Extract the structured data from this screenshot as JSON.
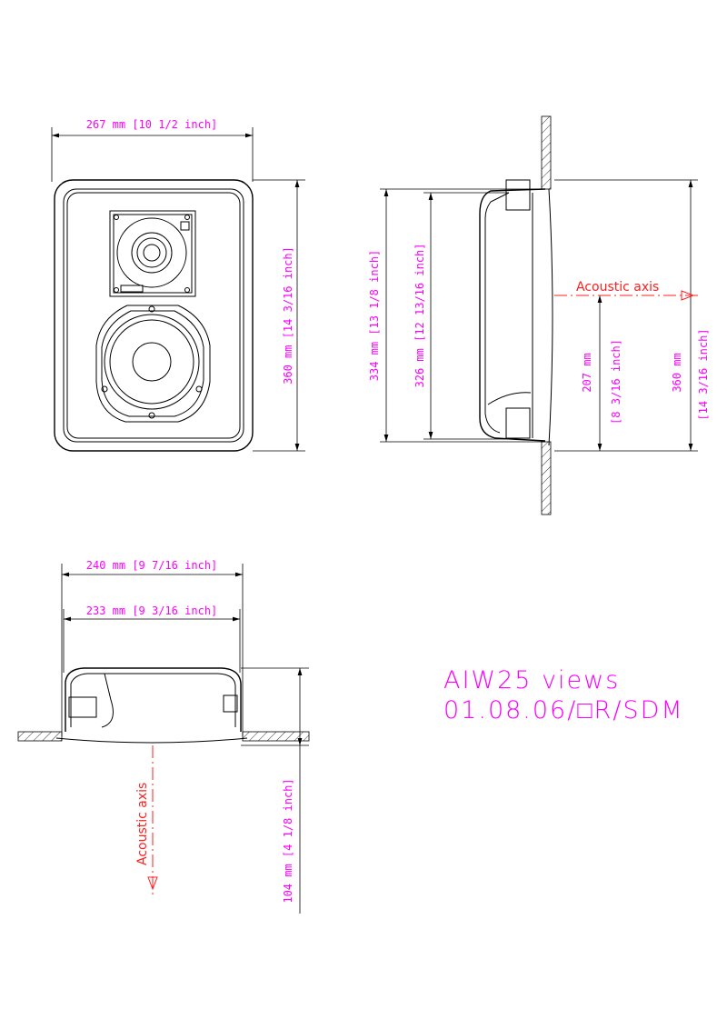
{
  "title": {
    "line1": "AIW25 views",
    "line2": "01.08.06/□R/SDM"
  },
  "front_view": {
    "width_label": "267 mm [10 1/2 inch]",
    "height_label": "360 mm [14 3/16 inch]"
  },
  "side_view": {
    "dim_334": "334 mm [13 1/8 inch]",
    "dim_326": "326 mm [12 13/16 inch]",
    "dim_207_mm": "207 mm",
    "dim_207_inch": "[8 3/16 inch]",
    "dim_360_mm": "360 mm",
    "dim_360_inch": "[14 3/16 inch]",
    "acoustic_axis": "Acoustic axis"
  },
  "bottom_view": {
    "dim_240": "240 mm [9 7/16 inch]",
    "dim_233": "233 mm [9 3/16 inch]",
    "dim_104": "104 mm [4 1/8 inch]",
    "acoustic_axis": "Acoustic axis"
  },
  "colors": {
    "dimension_text": "#ff00ff",
    "axis": "#ff2020"
  }
}
